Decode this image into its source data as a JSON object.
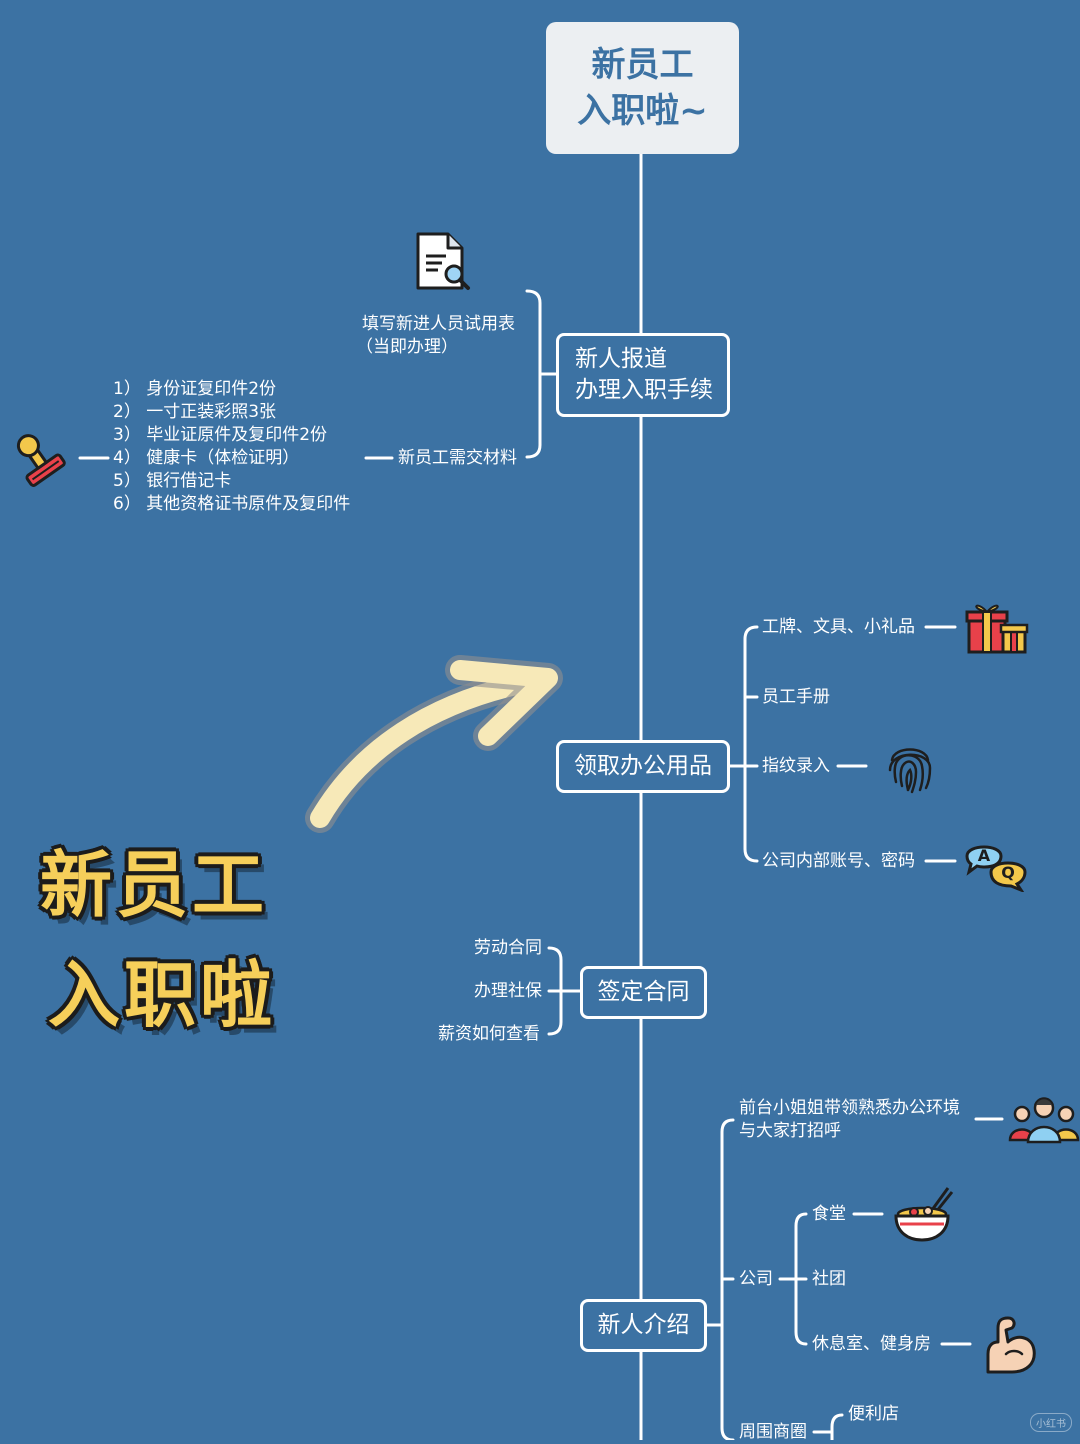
{
  "root": {
    "line1": "新员工",
    "line2": "入职啦~"
  },
  "section1": {
    "label_line1": "新人报道",
    "label_line2": "办理入职手续",
    "form_line1": "填写新进人员试用表",
    "form_line2": "（当即办理）",
    "materials_label": "新员工需交材料",
    "materials": [
      "1）  身份证复印件2份",
      "2）  一寸正装彩照3张",
      "3）  毕业证原件及复印件2份",
      "4）  健康卡（体检证明）",
      "5）  银行借记卡",
      "6）  其他资格证书原件及复印件"
    ]
  },
  "section2": {
    "label": "领取办公用品",
    "items": [
      "工牌、文具、小礼品",
      "员工手册",
      "指纹录入",
      "公司内部账号、密码"
    ]
  },
  "section3": {
    "label": "签定合同",
    "items": [
      "劳动合同",
      "办理社保",
      "薪资如何查看"
    ]
  },
  "section4": {
    "label": "新人介绍",
    "reception_line1": "前台小姐姐带领熟悉办公环境",
    "reception_line2": "与大家打招呼",
    "company": "公司",
    "company_items": [
      "食堂",
      "社团",
      "休息室、健身房"
    ],
    "surroundings": "周围商圈",
    "surroundings_items": [
      "便利店"
    ]
  },
  "big_title": {
    "line1": "新员工",
    "line2": "入职啦"
  },
  "icon_names": [
    "document-search-icon",
    "stamp-icon",
    "gift-icon",
    "fingerprint-icon",
    "qa-bubble-icon",
    "people-icon",
    "noodle-bowl-icon",
    "flexed-arm-icon",
    "curved-arrow-icon"
  ],
  "colors": {
    "background": "#3c72a3",
    "root_box": "#eceff2",
    "line": "#ffffff",
    "title_yellow": "#f6cf5a",
    "arrow": "#f7e9b8"
  },
  "watermark": "小红书"
}
